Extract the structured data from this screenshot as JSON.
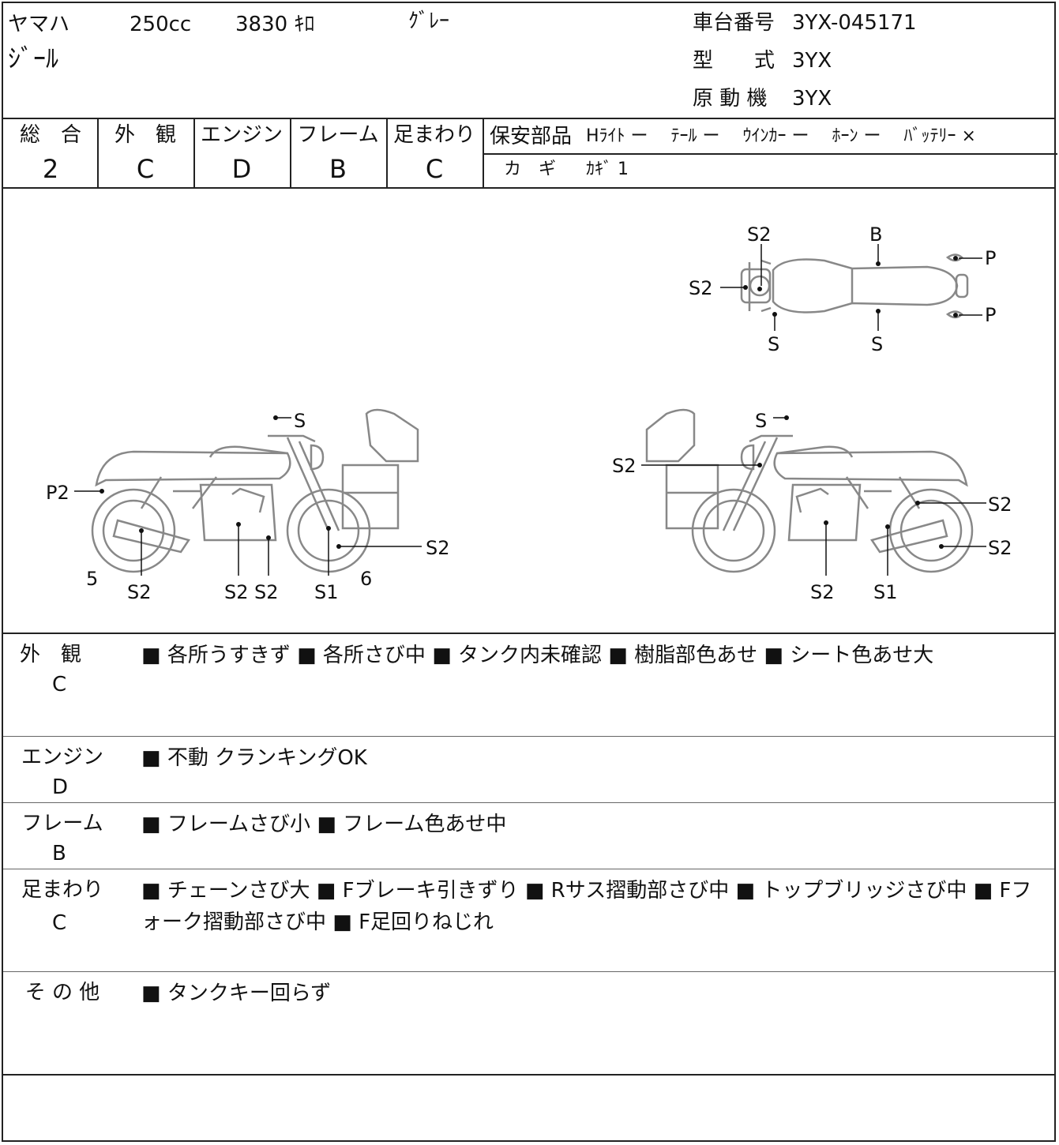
{
  "header": {
    "maker": "ヤマハ",
    "cc": "250cc",
    "mileage": "3830 ｷﾛ",
    "color": "ｸﾞﾚｰ",
    "model_name": "ｼﾞｰﾙ",
    "frame_no_label": "車台番号",
    "frame_no": "3YX-045171",
    "type_label": "型　　式",
    "type_value": "3YX",
    "engine_label": "原 動 機",
    "engine_value": "3YX"
  },
  "grades": {
    "overall_label": "総　合",
    "overall": "2",
    "exterior_label": "外　観",
    "exterior": "C",
    "engine_label": "エンジン",
    "engine": "D",
    "frame_label": "フレーム",
    "frame": "B",
    "suspension_label": "足まわり",
    "suspension": "C"
  },
  "safety": {
    "label": "保安部品",
    "items": "Hﾗｲﾄ ー　 ﾃｰﾙ ー　 ｳｲﾝｶｰ ー　 ﾎｰﾝ ー　 ﾊﾞｯﾃﾘｰ ×",
    "key_label": "カ　ギ",
    "key_value": "ｶｷﾞ 1"
  },
  "diagram_labels": {
    "top_s2_a": "S2",
    "top_b": "B",
    "top_p_a": "P",
    "top_s2_b": "S2",
    "top_p_b": "P",
    "top_s_a": "S",
    "top_s_b": "S",
    "left_s": "S",
    "left_p2": "P2",
    "left_s2_front": "S2",
    "left_5": "5",
    "left_s2_a": "S2",
    "left_s2_b": "S2",
    "left_s2_c": "S2",
    "left_s1": "S1",
    "left_6": "6",
    "right_s": "S",
    "right_s2_a": "S2",
    "right_s2_b": "S2",
    "right_s2_c": "S2",
    "right_s2_d": "S2",
    "right_s1": "S1"
  },
  "remarks": [
    {
      "label": "外　観",
      "grade": "C",
      "text": "■ 各所うすきず ■ 各所さび中 ■ タンク内未確認 ■ 樹脂部色あせ ■ シート色あせ大"
    },
    {
      "label": "エンジン",
      "grade": "D",
      "text": "■ 不動 クランキングOK"
    },
    {
      "label": "フレーム",
      "grade": "B",
      "text": "■ フレームさび小 ■ フレーム色あせ中"
    },
    {
      "label": "足まわり",
      "grade": "C",
      "text": "■ チェーンさび大 ■ Fブレーキ引きずり ■ Rサス摺動部さび中 ■ トップブリッジさび中 ■ Fフォーク摺動部さび中 ■ F足回りねじれ"
    },
    {
      "label": "そ の 他",
      "grade": "",
      "text": "■ タンクキー回らず"
    }
  ]
}
